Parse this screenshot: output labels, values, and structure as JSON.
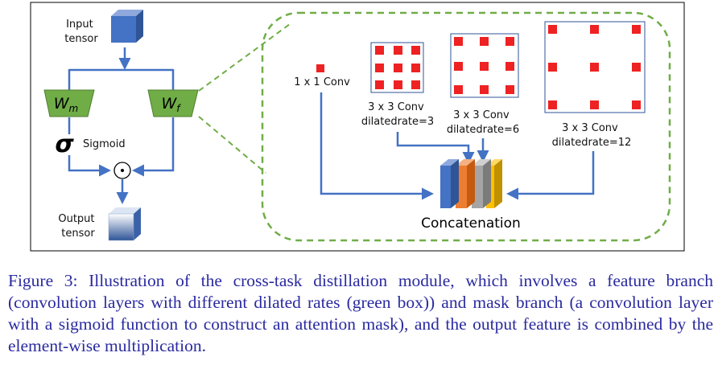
{
  "diagram": {
    "input_label": [
      "Input",
      "tensor"
    ],
    "output_label": [
      "Output",
      "tensor"
    ],
    "wm_label": "W",
    "wm_sub": "m",
    "wf_label": "W",
    "wf_sub": "f",
    "sigma_symbol": "σ",
    "sigmoid_label": "Sigmoid",
    "odot_symbol": "⊙",
    "conv1_label": "1 x 1 Conv",
    "conv3_label": [
      "3 x 3 Conv",
      "dilatedrate=3"
    ],
    "conv6_label": [
      "3 x 3 Conv",
      "dilatedrate=6"
    ],
    "conv12_label": [
      "3 x 3 Conv",
      "dilatedrate=12"
    ],
    "concat_label": "Concatenation"
  },
  "caption": "Figure 3: Illustration of the cross-task distillation module, which involves a feature branch (convolution layers with different dilated rates (green box)) and mask branch (a convolution layer with a sigmoid function to construct an attention mask), and the output feature is combined by the element-wise multiplication.",
  "colors": {
    "arrow": "#4472c4",
    "trapezoid_fill": "#70ad47",
    "dashed_green": "#70ad47",
    "kernel_red": "#ee2222",
    "kernel_border": "#2f5597",
    "block_blue": "#4472c4",
    "block_orange": "#ed7d31",
    "block_gray": "#a5a5a5",
    "block_yellow": "#ffc000"
  }
}
